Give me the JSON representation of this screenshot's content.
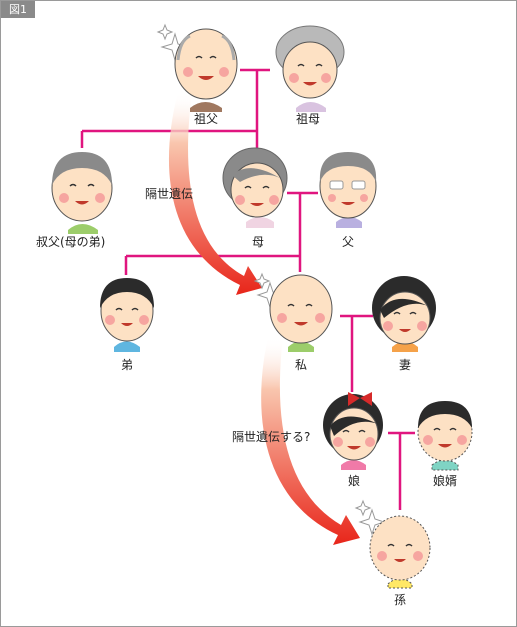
{
  "figure_tag": "図1",
  "colors": {
    "line": "#e0157f",
    "skin": "#fde1c4",
    "cheek": "#f6a5a0",
    "hair_gray": "#8a8a8a",
    "hair_light_gray": "#b9b9b9",
    "hair_dark": "#2b2b2b",
    "arrow_start": "#f7b9a0",
    "arrow_end": "#e8251a"
  },
  "people": {
    "grandfather": "祖父",
    "grandmother": "祖母",
    "uncle": "叔父(母の弟)",
    "mother": "母",
    "father": "父",
    "brother": "弟",
    "me": "私",
    "wife": "妻",
    "daughter": "娘",
    "son_in_law": "娘婿",
    "grandchild": "孫"
  },
  "arrows": {
    "atavism": "隔世遺伝",
    "atavism_question": "隔世遺伝する?"
  }
}
